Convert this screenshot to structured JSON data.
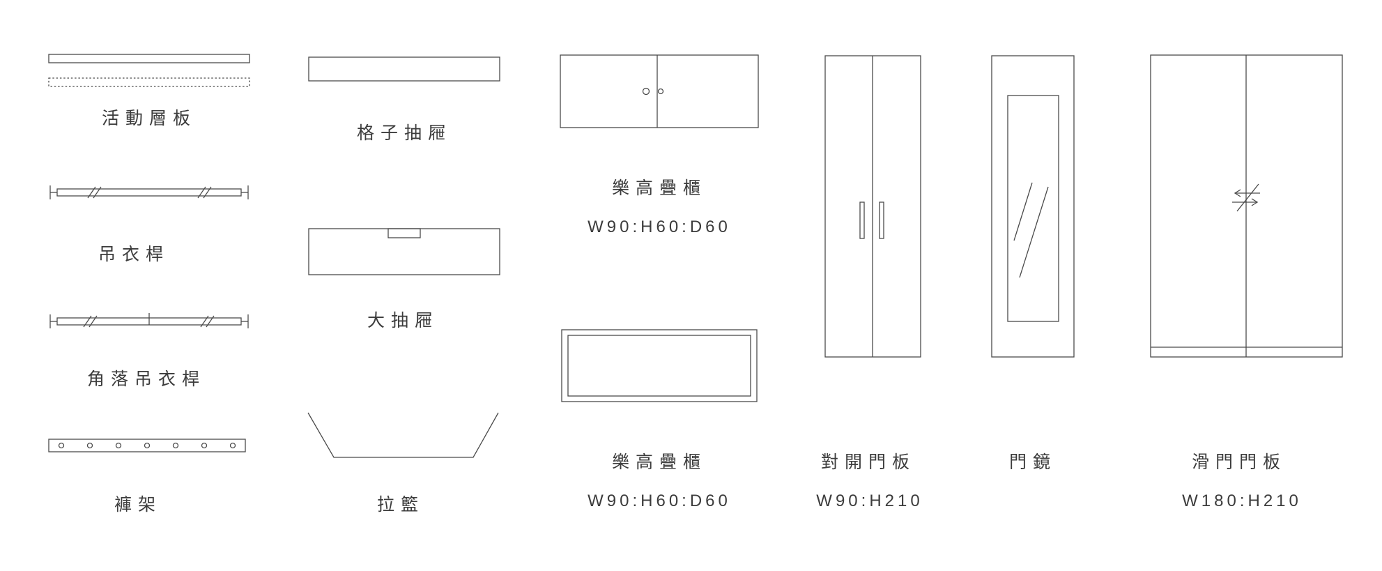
{
  "palette": {
    "background": "#ffffff",
    "line": "#4a4a4a",
    "text": "#3c3c3c"
  },
  "items": [
    {
      "id": "movable-shelf",
      "label": "活動層板"
    },
    {
      "id": "grid-drawer",
      "label": "格子抽屜"
    },
    {
      "id": "hanging-rod",
      "label": "吊衣桿"
    },
    {
      "id": "large-drawer",
      "label": "大抽屜"
    },
    {
      "id": "corner-hanging-rod",
      "label": "角落吊衣桿"
    },
    {
      "id": "trouser-rack",
      "label": "褲架"
    },
    {
      "id": "pull-basket",
      "label": "拉籃"
    },
    {
      "id": "stack-cabinet-top",
      "label": "樂高疊櫃",
      "dimensions": "W90:H60:D60"
    },
    {
      "id": "stack-cabinet-front",
      "label": "樂高疊櫃",
      "dimensions": "W90:H60:D60"
    },
    {
      "id": "double-door-panel",
      "label": "對開門板",
      "dimensions": "W90:H210"
    },
    {
      "id": "door-mirror",
      "label": "門鏡"
    },
    {
      "id": "sliding-door-panel",
      "label": "滑門門板",
      "dimensions": "W180:H210"
    }
  ]
}
